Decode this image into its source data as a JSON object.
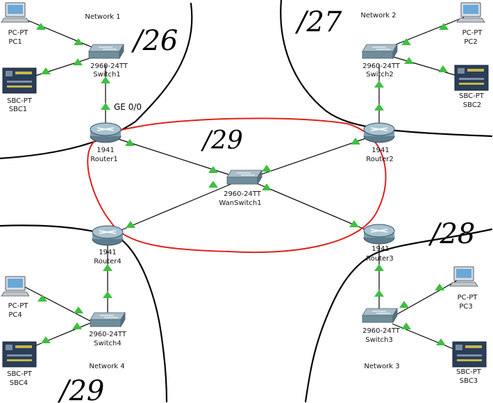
{
  "networks": [
    {
      "id": "n1",
      "label": "Network 1"
    },
    {
      "id": "n2",
      "label": "Network 2"
    },
    {
      "id": "n3",
      "label": "Network 3"
    },
    {
      "id": "n4",
      "label": "Network 4"
    }
  ],
  "annotations": {
    "n1": "/26",
    "n2": "/27",
    "core": "/29",
    "n3": "/28",
    "n4": "/29"
  },
  "port_label": "GE 0/0",
  "devices": {
    "pc1": {
      "type": "PC-PT",
      "name": "PC1"
    },
    "sbc1": {
      "type": "SBC-PT",
      "name": "SBC1"
    },
    "sw1": {
      "type": "2960-24TT",
      "name": "Switch1"
    },
    "r1": {
      "type": "1941",
      "name": "Router1"
    },
    "pc2": {
      "type": "PC-PT",
      "name": "PC2"
    },
    "sbc2": {
      "type": "SBC-PT",
      "name": "SBC2"
    },
    "sw2": {
      "type": "2960-24TT",
      "name": "Switch2"
    },
    "r2": {
      "type": "1941",
      "name": "Router2"
    },
    "wsw": {
      "type": "2960-24TT",
      "name": "WanSwitch1"
    },
    "r4": {
      "type": "1941",
      "name": "Router4"
    },
    "r3": {
      "type": "1941",
      "name": "Router3"
    },
    "pc3": {
      "type": "PC-PT",
      "name": "PC3"
    },
    "sbc3": {
      "type": "SBC-PT",
      "name": "SBC3"
    },
    "sw3": {
      "type": "2960-24TT",
      "name": "Switch3"
    },
    "pc4": {
      "type": "PC-PT",
      "name": "PC4"
    },
    "sbc4": {
      "type": "SBC-PT",
      "name": "SBC4"
    },
    "sw4": {
      "type": "2960-24TT",
      "name": "Switch4"
    }
  },
  "colors": {
    "link": "#000000",
    "link_up_marker": "#3fbf3f",
    "circle": "#e0201a",
    "switch_body": "#6f8d9b",
    "router_body": "#7d9eb0"
  }
}
